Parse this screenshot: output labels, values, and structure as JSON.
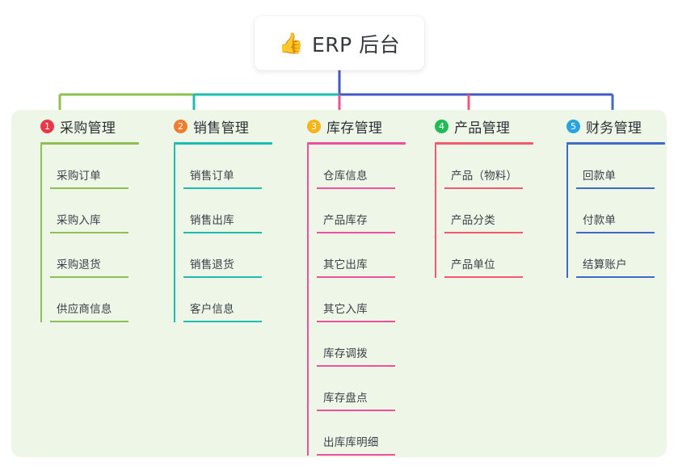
{
  "diagram": {
    "type": "mind-map",
    "root": {
      "emoji": "👍",
      "emoji_name": "thumbs-up-emoji",
      "title": "ERP 后台",
      "card_color": "#ffffff",
      "stem_color": "#4257c4"
    },
    "panel_color": "#eef7e7",
    "branches": [
      {
        "number": "1",
        "title": "采购管理",
        "badge_color": "#e8394a",
        "branch_color": "#8cc152",
        "items": [
          "采购订单",
          "采购入库",
          "采购退货",
          "供应商信息"
        ]
      },
      {
        "number": "2",
        "title": "销售管理",
        "badge_color": "#f07c32",
        "branch_color": "#1cbdae",
        "items": [
          "销售订单",
          "销售出库",
          "销售退货",
          "客户信息"
        ]
      },
      {
        "number": "3",
        "title": "库存管理",
        "badge_color": "#f4b41a",
        "branch_color": "#ee4f9c",
        "items": [
          "仓库信息",
          "产品库存",
          "其它出库",
          "其它入库",
          "库存调拨",
          "库存盘点",
          "出库库明细"
        ]
      },
      {
        "number": "4",
        "title": "产品管理",
        "badge_color": "#20ba58",
        "branch_color": "#f5576c",
        "items": [
          "产品（物料）",
          "产品分类",
          "产品单位"
        ]
      },
      {
        "number": "5",
        "title": "财务管理",
        "badge_color": "#29a3e0",
        "branch_color": "#4169c8",
        "items": [
          "回款单",
          "付款单",
          "结算账户"
        ]
      }
    ]
  }
}
